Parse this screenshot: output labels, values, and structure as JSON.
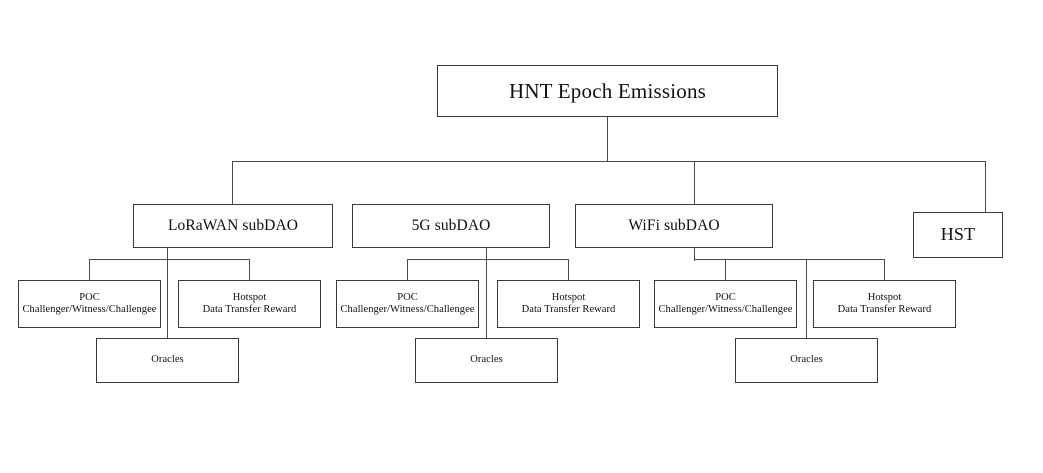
{
  "diagram": {
    "title": "HNT Epoch Emissions",
    "type": "org-tree",
    "root": {
      "label": "HNT Epoch Emissions"
    },
    "level2": [
      {
        "id": "lorawan",
        "label": "LoRaWAN subDAO"
      },
      {
        "id": "fiveg",
        "label": "5G subDAO"
      },
      {
        "id": "wifi",
        "label": "WiFi subDAO"
      },
      {
        "id": "hst",
        "label": "HST"
      }
    ],
    "leaf_labels": {
      "poc_line1": "POC",
      "poc_line2": "Challenger/Witness/Challengee",
      "hotspot_line1": "Hotspot",
      "hotspot_line2": "Data Transfer Reward",
      "oracles": "Oracles"
    },
    "branches": {
      "lorawan": {
        "poc": {
          "line1": "POC",
          "line2": "Challenger/Witness/Challengee"
        },
        "hotspot": {
          "line1": "Hotspot",
          "line2": "Data Transfer Reward"
        },
        "oracles": {
          "label": "Oracles"
        }
      },
      "fiveg": {
        "poc": {
          "line1": "POC",
          "line2": "Challenger/Witness/Challengee"
        },
        "hotspot": {
          "line1": "Hotspot",
          "line2": "Data Transfer Reward"
        },
        "oracles": {
          "label": "Oracles"
        }
      },
      "wifi": {
        "poc": {
          "line1": "POC",
          "line2": "Challenger/Witness/Challengee"
        },
        "hotspot": {
          "line1": "Hotspot",
          "line2": "Data Transfer Reward"
        },
        "oracles": {
          "label": "Oracles"
        }
      }
    },
    "colors": {
      "background": "#ffffff",
      "box_border": "#3a3a3c",
      "connector": "#4a4a4d",
      "text": "#10100f"
    }
  }
}
